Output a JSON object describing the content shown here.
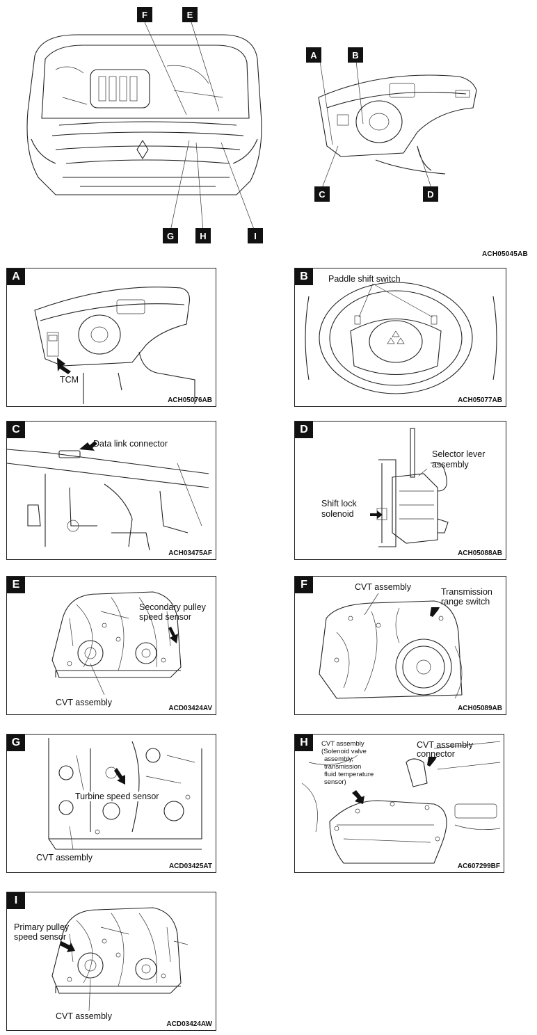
{
  "overview": {
    "front_tags": [
      "F",
      "E",
      "G",
      "H",
      "I"
    ],
    "dash_tags": [
      "A",
      "B",
      "C",
      "D"
    ],
    "figure_code": "ACH05045AB"
  },
  "panels": {
    "A": {
      "tag": "A",
      "labels": [
        "TCM"
      ],
      "code": "ACH05076AB"
    },
    "B": {
      "tag": "B",
      "labels": [
        "Paddle shift switch"
      ],
      "code": "ACH05077AB"
    },
    "C": {
      "tag": "C",
      "labels": [
        "Data link connector"
      ],
      "code": "ACH03475AF"
    },
    "D": {
      "tag": "D",
      "labels": [
        "Selector lever",
        "assembly",
        "Shift lock",
        "solenoid"
      ],
      "code": "ACH05088AB"
    },
    "E": {
      "tag": "E",
      "labels": [
        "Secondary pulley",
        "speed sensor",
        "CVT assembly"
      ],
      "code": "ACD03424AV"
    },
    "F": {
      "tag": "F",
      "labels": [
        "CVT assembly",
        "Transmission",
        "range switch"
      ],
      "code": "ACH05089AB"
    },
    "G": {
      "tag": "G",
      "labels": [
        "Turbine speed sensor",
        "CVT assembly"
      ],
      "code": "ACD03425AT"
    },
    "H": {
      "tag": "H",
      "labels": [
        "CVT assembly",
        "(Solenoid valve",
        "assembly,",
        "transmission",
        "fluid temperature",
        "sensor)",
        "CVT assembly",
        "connector"
      ],
      "code": "AC607299BF"
    },
    "I": {
      "tag": "I",
      "labels": [
        "Primary pulley",
        "speed sensor",
        "CVT assembly"
      ],
      "code": "ACD03424AW"
    }
  }
}
